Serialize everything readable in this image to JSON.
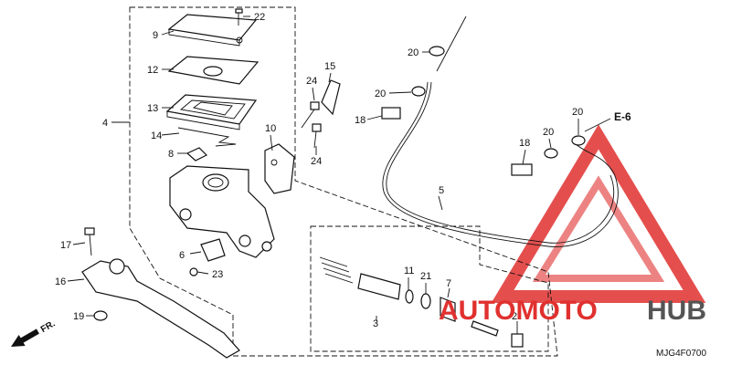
{
  "callouts": {
    "c2": "2",
    "c3": "3",
    "c4": "4",
    "c5": "5",
    "c6": "6",
    "c7": "7",
    "c8": "8",
    "c9": "9",
    "c10": "10",
    "c11": "11",
    "c12": "12",
    "c13": "13",
    "c14": "14",
    "c15": "15",
    "c16": "16",
    "c17": "17",
    "c18a": "18",
    "c18b": "18",
    "c19": "19",
    "c20a": "20",
    "c20b": "20",
    "c20c": "20",
    "c20d": "20",
    "c21": "21",
    "c22": "22",
    "c23": "23",
    "c24a": "24",
    "c24b": "24"
  },
  "reference": "E-6",
  "front_marker": "FR.",
  "diagram_code": "MJG4F0700",
  "watermark": {
    "part1": "AUTOMOTO",
    "part2": "HUB",
    "color_red": "#e0312f",
    "color_gray": "#555555"
  }
}
